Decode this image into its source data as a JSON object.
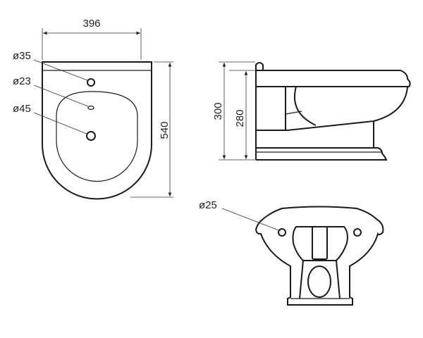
{
  "drawing": {
    "top_view": {
      "width_label": "396",
      "depth_label": "540",
      "hole1_label": "ø35",
      "hole2_label": "ø23",
      "hole3_label": "ø45"
    },
    "side_view": {
      "height_label": "300",
      "height2_label": "280"
    },
    "front_view": {
      "hole_label": "ø25"
    }
  }
}
